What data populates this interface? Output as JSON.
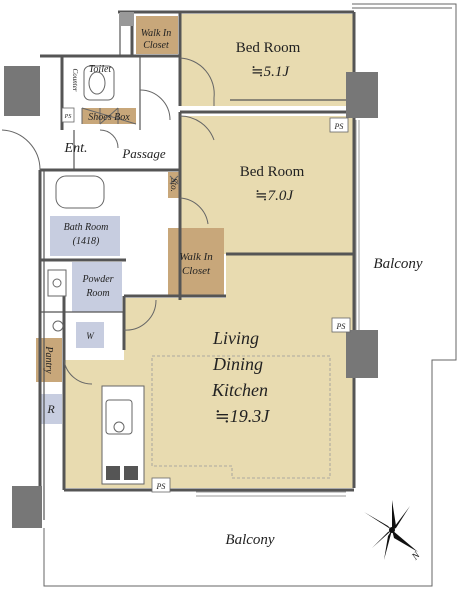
{
  "rooms": {
    "bedroom1": {
      "name": "Bed Room",
      "size": "≒5.1J"
    },
    "bedroom2": {
      "name": "Bed Room",
      "size": "≒7.0J"
    },
    "ldk": {
      "line1": "Living",
      "line2": "Dining",
      "line3": "Kitchen",
      "size": "≒19.3J"
    },
    "walkin1": {
      "line1": "Walk In",
      "line2": "Closet"
    },
    "walkin2": {
      "line1": "Walk In",
      "line2": "Closet"
    },
    "toilet": "Toilet",
    "counter": "Counter",
    "shoes_box": "Shoes Box",
    "entrance": "Ent.",
    "passage": "Passage",
    "sto": "Sto.",
    "bath": {
      "name": "Bath Room",
      "size": "(1418)"
    },
    "powder": {
      "line1": "Powder",
      "line2": "Room"
    },
    "pantry": "Pantry",
    "refrigerator": "R",
    "washer": "W",
    "balcony_east": "Balcony",
    "balcony_south": "Balcony"
  },
  "labels": {
    "ps": "PS",
    "north_mark": "N"
  },
  "colors": {
    "room_fill": "#e8dbb0",
    "closet_fill": "#c8a77a",
    "wet_fill": "#c7cde0",
    "wall": "#555555",
    "column": "#777777"
  }
}
